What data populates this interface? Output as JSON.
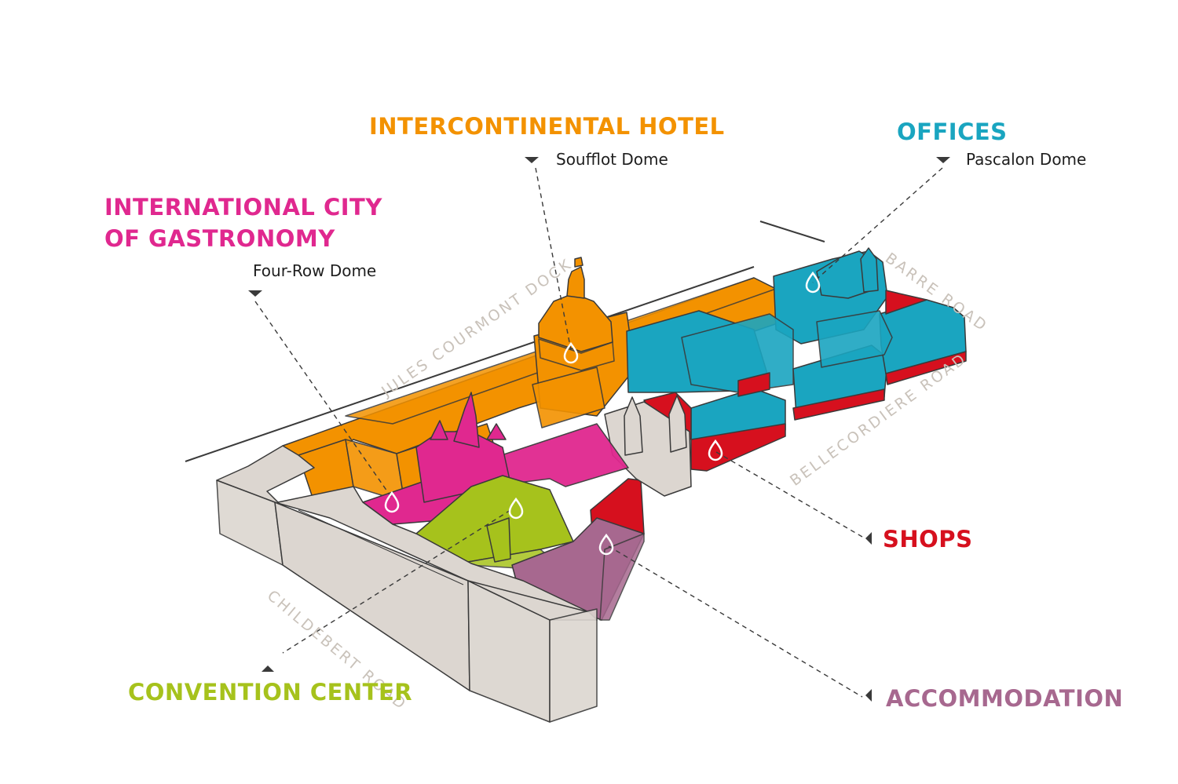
{
  "colors": {
    "hotel": "#f39200",
    "offices": "#1aa5c0",
    "gastronomy": "#e0288f",
    "convention": "#a6c21c",
    "shops": "#d6101e",
    "accommodation": "#a7688f",
    "existing": "#dcd6d0",
    "outline": "#3a3a3a",
    "street": "#c9c2ba"
  },
  "labels": {
    "hotel": "INTERCONTINENTAL HOTEL",
    "offices": "OFFICES",
    "gastronomy_line1": "INTERNATIONAL CITY",
    "gastronomy_line2": "OF GASTRONOMY",
    "convention": "CONVENTION CENTER",
    "shops": "SHOPS",
    "accommodation": "ACCOMMODATION"
  },
  "domes": {
    "soufflot": "Soufflot Dome",
    "pascalon": "Pascalon Dome",
    "four_row": "Four-Row Dome"
  },
  "streets": {
    "dock": "JULES COURMONT DOCK",
    "barre": "BARRE ROAD",
    "bellecordiere": "BELLECORDIERE ROAD",
    "childebert": "CHILDEBERT ROAD"
  },
  "icons": {
    "location_pin": "location-pin-icon",
    "pointer": "triangle-pointer-icon"
  }
}
